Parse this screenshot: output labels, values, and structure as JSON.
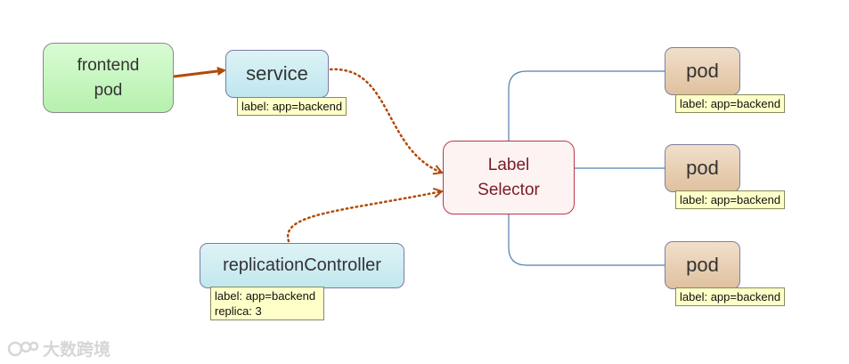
{
  "frontend": {
    "line1": "frontend",
    "line2": "pod"
  },
  "service": {
    "label": "service",
    "note": "label: app=backend"
  },
  "replication_controller": {
    "label": "replicationController",
    "note_line1": "label: app=backend",
    "note_line2": "replica: 3"
  },
  "selector": {
    "line1": "Label",
    "line2": "Selector"
  },
  "pods": [
    {
      "label": "pod",
      "note": "label: app=backend"
    },
    {
      "label": "pod",
      "note": "label: app=backend"
    },
    {
      "label": "pod",
      "note": "label: app=backend"
    }
  ],
  "watermark": {
    "text": "大数跨境"
  },
  "colors": {
    "arrow": "#b24a07",
    "connector": "#4f7fb0"
  }
}
